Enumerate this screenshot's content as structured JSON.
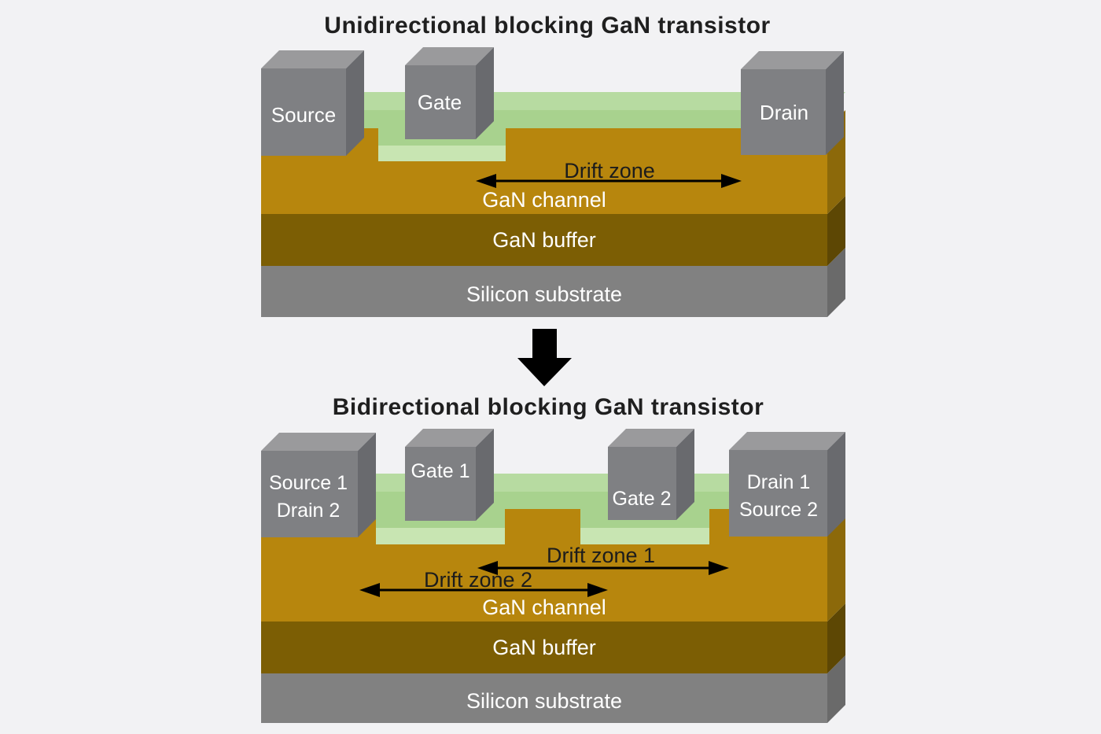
{
  "colors": {
    "background": "#f2f2f4",
    "title_text": "#1f1f1f",
    "annotation_text": "#1c1c1c",
    "arrow_black": "#000000",
    "label_white": "#ffffff",
    "metal_front": "#7f8083",
    "metal_top": "#9a9a9c",
    "metal_side": "#696a6e",
    "barrier_top": "#b7dba1",
    "barrier_front": "#a8d28e",
    "barrier_floor": "#c8e5b2",
    "channel_front": "#b7860d",
    "channel_side": "#8c690a",
    "buffer_front": "#7c5e04",
    "buffer_side": "#5d4704",
    "substrate_front": "#818181",
    "substrate_side": "#6a6a6a"
  },
  "top_diagram": {
    "title": "Unidirectional blocking GaN transistor",
    "electrodes": {
      "source": "Source",
      "gate": "Gate",
      "drain": "Drain"
    },
    "annotations": {
      "drift_zone": "Drift zone"
    },
    "layers": {
      "channel": "GaN channel",
      "buffer": "GaN buffer",
      "substrate": "Silicon substrate"
    }
  },
  "bottom_diagram": {
    "title": "Bidirectional blocking GaN transistor",
    "electrodes": {
      "left_line1": "Source 1",
      "left_line2": "Drain 2",
      "gate1": "Gate 1",
      "gate2": "Gate 2",
      "right_line1": "Drain 1",
      "right_line2": "Source 2"
    },
    "annotations": {
      "drift_zone1": "Drift zone 1",
      "drift_zone2": "Drift zone 2"
    },
    "layers": {
      "channel": "GaN channel",
      "buffer": "GaN buffer",
      "substrate": "Silicon substrate"
    }
  }
}
